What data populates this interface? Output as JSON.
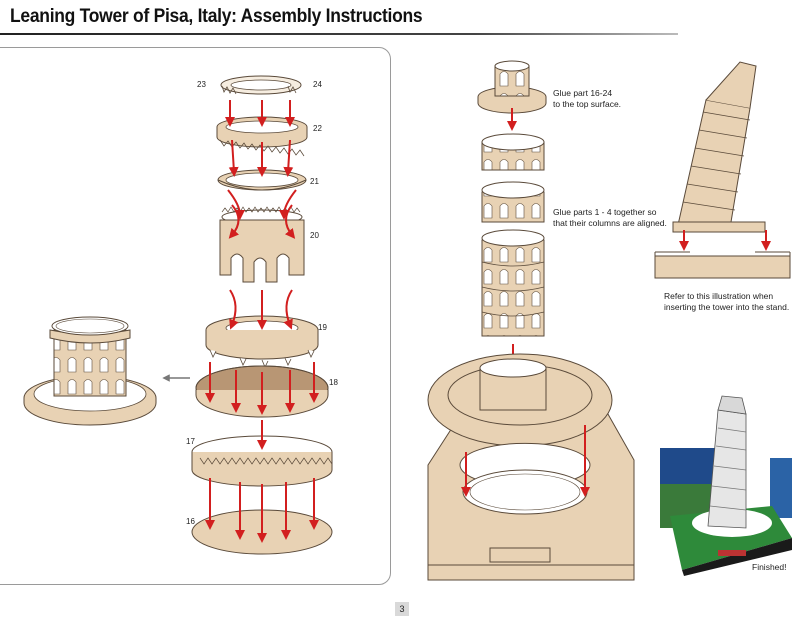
{
  "header": {
    "title": "Leaning Tower of Pisa, Italy: Assembly Instructions"
  },
  "parts": {
    "p23": "23",
    "p24": "24",
    "p22": "22",
    "p21": "21",
    "p20": "20",
    "p19": "19",
    "p18": "18",
    "p17": "17",
    "p16": "16"
  },
  "notes": {
    "glue_top": "Glue part 16-24\nto the top surface.",
    "glue_columns": "Glue parts 1 - 4 together so\nthat their columns are aligned.",
    "refer_stand": "Refer to this illustration when\ninserting the tower into the stand."
  },
  "photo": {
    "caption": "Finished!"
  },
  "footer": {
    "page_number": "3"
  },
  "colors": {
    "paper": "#e8d2b4",
    "paper_dark": "#b89674",
    "outline": "#5a4a3a",
    "arrow": "#d21f1f"
  }
}
